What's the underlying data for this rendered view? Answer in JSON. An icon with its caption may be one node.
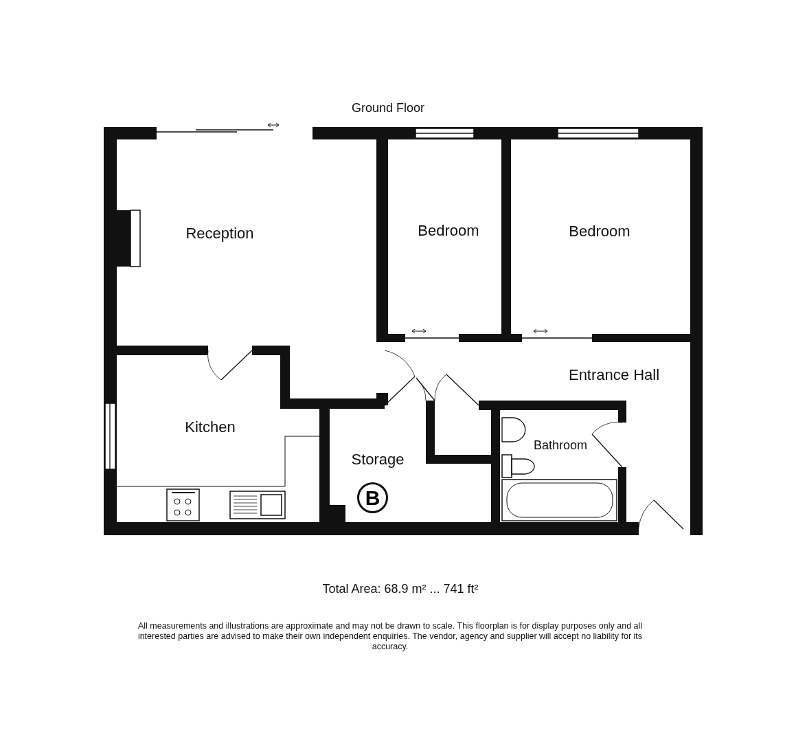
{
  "diagram": {
    "title": "Ground Floor",
    "caption": "All measurements and illustrations are approximate and may not be drawn to scale. This floorplan is for display purposes only and all interested parties are advised to make their own independent enquiries. The vendor, agency and supplier will accept no liability for its accuracy.",
    "nodes": [
      {
        "text": [
          "Reception"
        ]
      },
      {
        "text": [
          "Bedroom"
        ]
      },
      {
        "text": [
          "Bedroom"
        ]
      },
      {
        "text": [
          "Entrance Hall"
        ]
      },
      {
        "text": [
          "Kitchen"
        ]
      },
      {
        "text": [
          "Storage"
        ]
      },
      {
        "text": [
          "Bathroom"
        ]
      },
      {
        "text": [
          "B"
        ],
        "in": 5
      }
    ],
    "edges": [],
    "labels": [
      "Total Area: 68.9 m² ... 741 ft²"
    ]
  }
}
